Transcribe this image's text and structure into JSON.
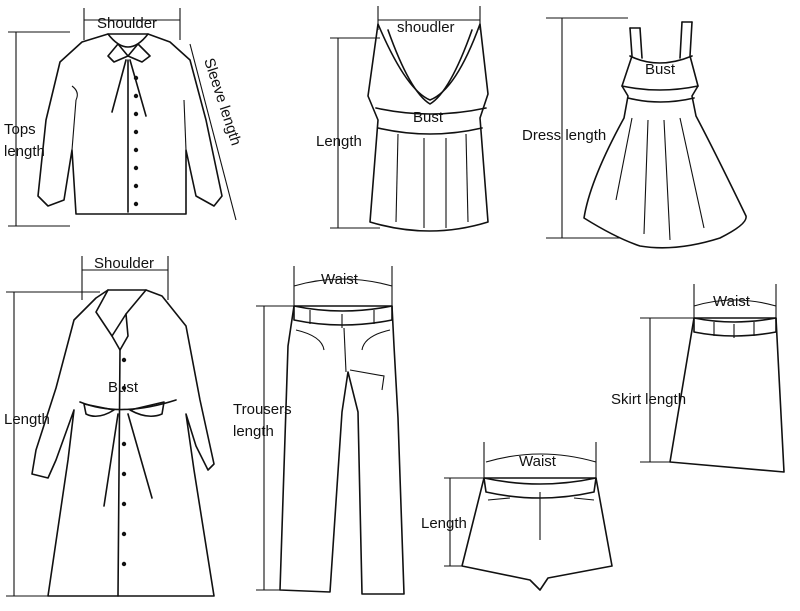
{
  "labels": {
    "top": {
      "shoulder": "Shoulder",
      "sleeve": "Sleeve length",
      "tops_line1": "Tops",
      "tops_line2": "length"
    },
    "tank": {
      "shoulder": "shoudler",
      "bust": "Bust",
      "length": "Length"
    },
    "dress": {
      "bust": "Bust",
      "length": "Dress length"
    },
    "coat": {
      "shoulder": "Shoulder",
      "bust": "Bust",
      "length": "Length"
    },
    "trousers": {
      "waist": "Waist",
      "length_line1": "Trousers",
      "length_line2": "length"
    },
    "shorts": {
      "waist": "Waist",
      "length": "Length"
    },
    "skirt": {
      "waist": "Waist",
      "length": "Skirt length"
    }
  }
}
